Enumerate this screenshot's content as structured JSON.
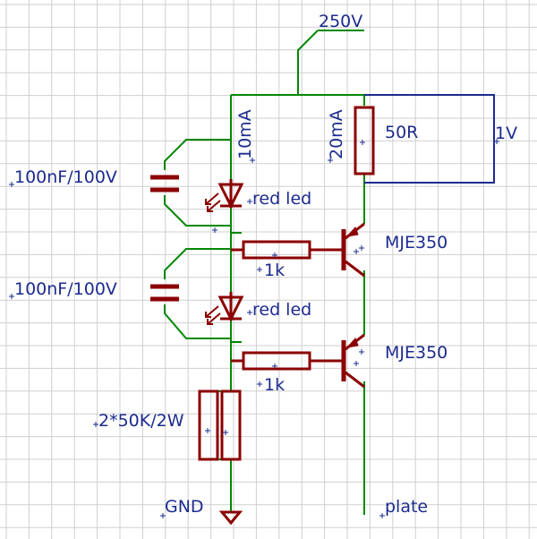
{
  "colors": {
    "grid": "#cfcfcf",
    "net": "#008800",
    "component": "#8b0000",
    "label": "#1c2b8f",
    "meter": "#1c2b8f"
  },
  "labels": {
    "supply_voltage": "250V",
    "current_led_branch": "10mA",
    "current_output": "20mA",
    "sense_resistor": "50R",
    "sense_voltage": "1V",
    "capacitor_top": "100nF/100V",
    "capacitor_bottom": "100nF/100V",
    "led_top": "red led",
    "led_bottom": "red led",
    "base_resistor_top": "1k",
    "base_resistor_bottom": "1k",
    "transistor_top": "MJE350",
    "transistor_bottom": "MJE350",
    "divider_resistors": "2*50K/2W",
    "ground": "GND",
    "output": "plate"
  }
}
